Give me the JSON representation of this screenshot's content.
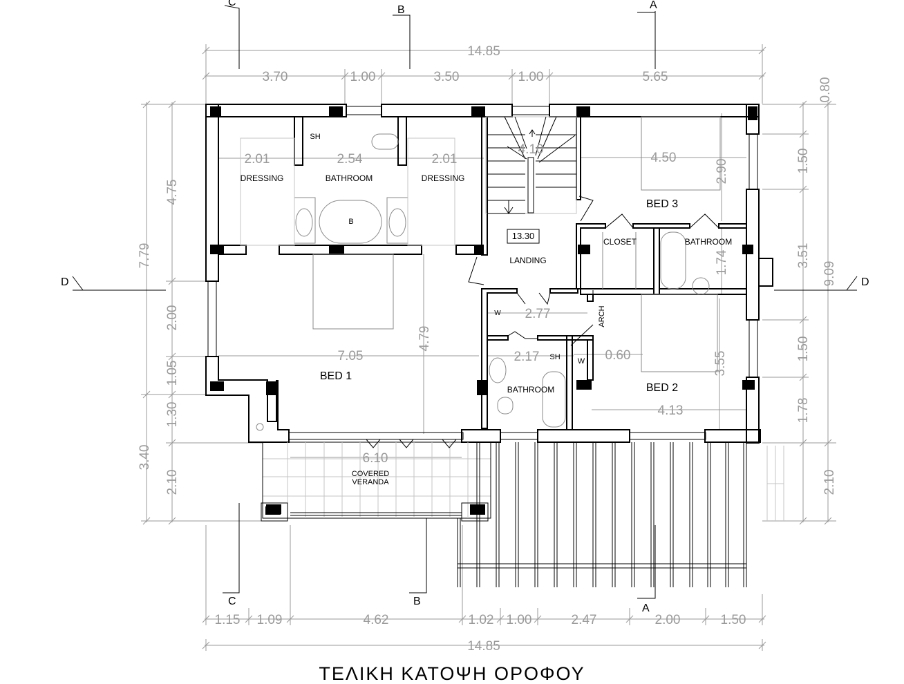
{
  "title": "ΤΕΛΙΚΗ ΚΑΤΟΨΗ ΟΡΟΦΟΥ",
  "colors": {
    "wall": "#000000",
    "dimension": "#9a9a9a",
    "furniture": "#8a8a8a"
  },
  "section_markers": {
    "a": "A",
    "b": "B",
    "c": "C",
    "d": "D"
  },
  "dimensions": {
    "overall_top": "14.85",
    "overall_bottom": "14.85",
    "top": [
      "3.70",
      "1.00",
      "3.50",
      "1.00",
      "5.65"
    ],
    "bottom": [
      "1.15",
      "1.09",
      "4.62",
      "1.02",
      "1.00",
      "2.47",
      "2.00",
      "1.50"
    ],
    "left_outer": [
      "7.79",
      "3.40"
    ],
    "left_inner": [
      "4.75",
      "2.00",
      "1.05",
      "1.30",
      "2.10"
    ],
    "right_inner": [
      "0.80",
      "1.50",
      "3.51",
      "1.50",
      "1.78",
      "2.10"
    ],
    "right_outer": "9.09",
    "interior": {
      "dressing_left": "2.01",
      "bathroom_main": "2.54",
      "dressing_right": "2.01",
      "stair": "4.10",
      "bed3_width": "4.50",
      "bed3_depth": "2.90",
      "bath2_depth": "1.74",
      "wc_width": "2.77",
      "bed1_width": "7.05",
      "bed1_depth": "4.79",
      "bath3_width": "2.17",
      "wc_gap": "0.60",
      "bed2_depth": "3.55",
      "bed2_width": "4.13",
      "veranda_width": "6.10"
    }
  },
  "rooms": {
    "dressing_left": "DRESSING",
    "bathroom_main": "BATHROOM",
    "dressing_right": "DRESSING",
    "bed3": "BED 3",
    "closet": "CLOSET",
    "bathroom_bed3": "BATHROOM",
    "landing": "LANDING",
    "landing_area": "13.30",
    "arch": "ARCH",
    "bed1": "BED 1",
    "bathroom_small": "BATHROOM",
    "bed2": "BED 2",
    "veranda_line1": "COVERED",
    "veranda_line2": "VERANDA"
  },
  "fixtures": {
    "shower_main": "SH",
    "bath_main": "B",
    "washer_a": "W",
    "shower_small": "SH",
    "washer_b": "W"
  }
}
